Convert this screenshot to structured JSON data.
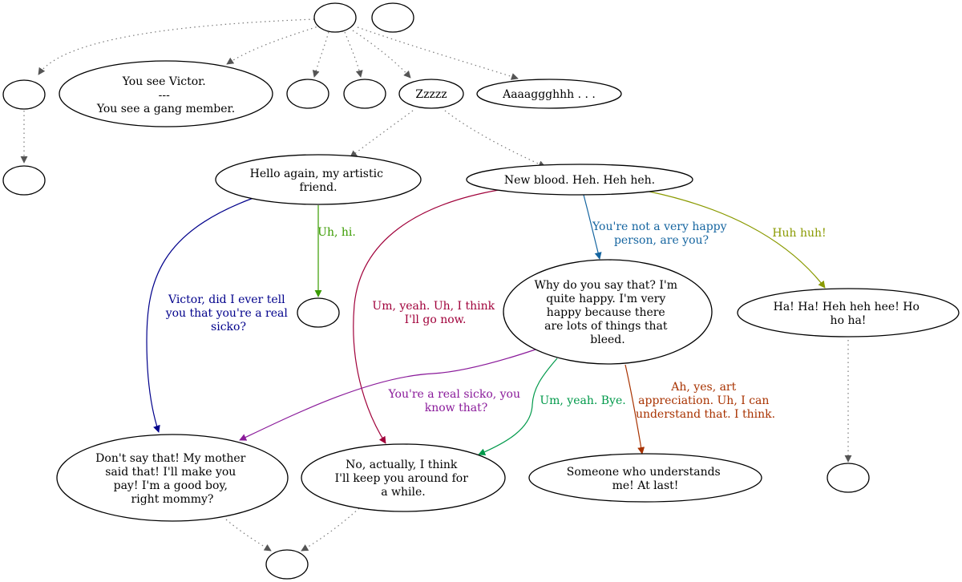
{
  "colors": {
    "node_border": "#000000",
    "dotted_edge": "#7a7a7a",
    "victor_option": "#00008b",
    "uh_hi_option": "#3a9b00",
    "leave_option": "#a0003a",
    "happy_option": "#1565a0",
    "huh_option": "#8a9a00",
    "sicko_option": "#8a1a9a",
    "bye_option": "#00994a",
    "art_option": "#a83200"
  },
  "nodes": {
    "root": {
      "lines": []
    },
    "unnamed_top": {
      "lines": []
    },
    "left_1": {
      "lines": []
    },
    "left_2": {
      "lines": []
    },
    "see_victor": {
      "lines": [
        "You see Victor.",
        "---",
        "You see a gang member."
      ]
    },
    "empty_a": {
      "lines": []
    },
    "empty_b": {
      "lines": []
    },
    "zzzzz": {
      "lines": [
        "Zzzzz"
      ]
    },
    "aaaagh": {
      "lines": [
        "Aaaaggghhh . . ."
      ]
    },
    "hello_again": {
      "lines": [
        "Hello again, my artistic",
        "friend."
      ]
    },
    "new_blood": {
      "lines": [
        "New blood. Heh. Heh heh."
      ]
    },
    "empty_mid": {
      "lines": []
    },
    "why_say": {
      "lines": [
        "Why do you say that? I'm",
        "quite happy. I'm very",
        "happy because there",
        "are lots of things that",
        "bleed."
      ]
    },
    "ha_ha": {
      "lines": [
        "Ha! Ha! Heh heh hee! Ho",
        "ho ha!"
      ]
    },
    "dont_say": {
      "lines": [
        "Don't say that! My mother",
        "said that! I'll make you",
        "pay! I'm a good boy,",
        "right mommy?"
      ]
    },
    "no_actually": {
      "lines": [
        "No, actually, I think",
        "I'll keep you around for",
        "a while."
      ]
    },
    "someone": {
      "lines": [
        "Someone who understands",
        "me! At last!"
      ]
    },
    "empty_right": {
      "lines": []
    },
    "empty_bottom": {
      "lines": []
    }
  },
  "edge_labels": {
    "uh_hi": {
      "lines": [
        "Uh, hi."
      ]
    },
    "victor_sicko": {
      "lines": [
        "Victor, did I ever tell",
        "you that you're a real",
        "sicko?"
      ]
    },
    "leave": {
      "lines": [
        "Um, yeah. Uh, I think",
        "I'll go now."
      ]
    },
    "not_happy": {
      "lines": [
        "You're not a very happy",
        "person, are you?"
      ]
    },
    "huh_huh": {
      "lines": [
        "Huh huh!"
      ]
    },
    "real_sicko": {
      "lines": [
        "You're a real sicko, you",
        "know that?"
      ]
    },
    "um_bye": {
      "lines": [
        "Um, yeah. Bye."
      ]
    },
    "art": {
      "lines": [
        "Ah, yes, art",
        "appreciation. Uh, I can",
        "understand that. I think."
      ]
    }
  }
}
